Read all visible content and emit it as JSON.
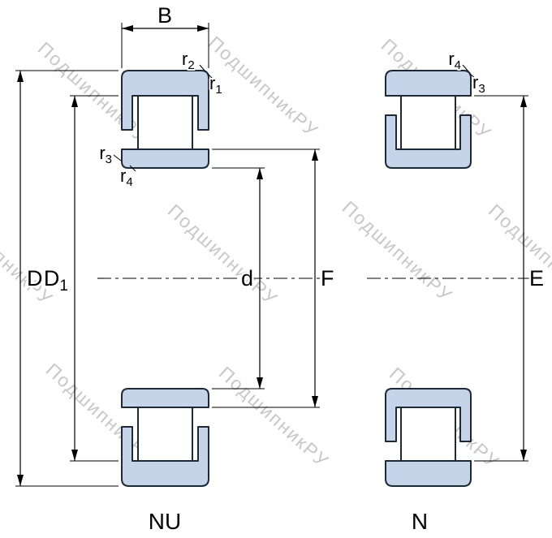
{
  "watermark": {
    "text": "ПодшипникРУ"
  },
  "colors": {
    "background": "#ffffff",
    "bearing_fill": "#c6d4ea",
    "outline": "#1d2a36",
    "line": "#000000",
    "text": "#000000",
    "roller_fill": "#ffffff",
    "watermark": "#c8c8c8"
  },
  "views": {
    "left": {
      "label": "NU"
    },
    "right": {
      "label": "N"
    }
  },
  "dims": {
    "B": "B",
    "D": "D",
    "D1": {
      "main": "D",
      "sub": "1"
    },
    "d": "d",
    "F": "F",
    "E": "E"
  },
  "radii": {
    "r1": {
      "main": "r",
      "sub": "1"
    },
    "r2": {
      "main": "r",
      "sub": "2"
    },
    "r3": {
      "main": "r",
      "sub": "3"
    },
    "r4": {
      "main": "r",
      "sub": "4"
    }
  }
}
